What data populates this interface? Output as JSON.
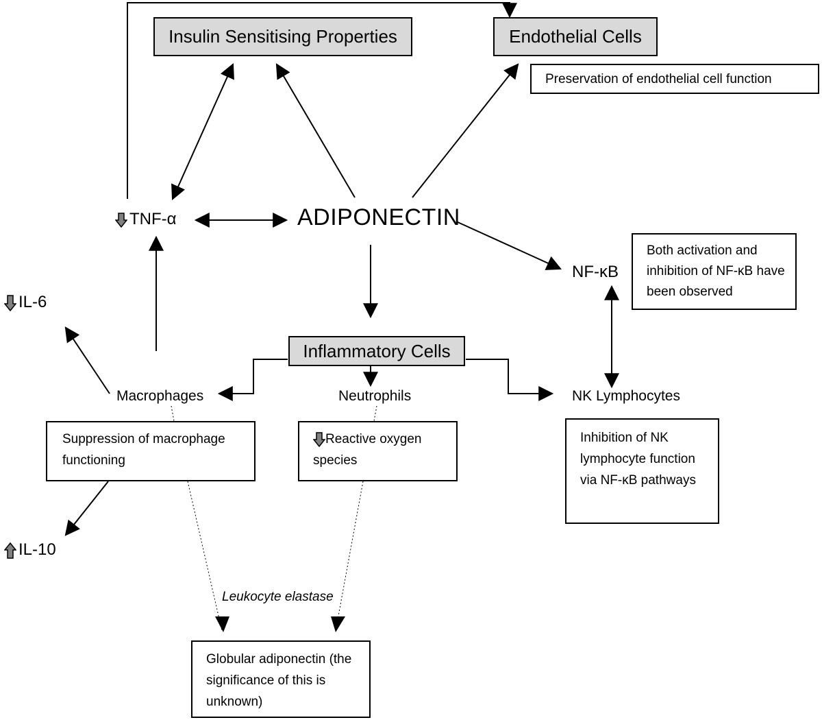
{
  "boxes": {
    "insulin": "Insulin Sensitising Properties",
    "endothelial": "Endothelial Cells",
    "inflammatory": "Inflammatory Cells"
  },
  "center": "ADIPONECTIN",
  "molecules": {
    "tnf": "TNF-α",
    "il6": "IL-6",
    "il10": "IL-10",
    "nfkb": "NF-κB"
  },
  "cells": {
    "macrophages": "Macrophages",
    "neutrophils": "Neutrophils",
    "nk": "NK Lymphocytes"
  },
  "notes": {
    "endothelial": "Preservation of endothelial cell function",
    "nfkb": "Both activation and inhibition of NF-κB have been observed",
    "macrophage": "Suppression of macrophage functioning",
    "neutrophil": "Reactive oxygen species",
    "nk": "Inhibition of NK lymphocyte function via NF-κB pathways",
    "globular": "Globular adiponectin (the significance of this is unknown)"
  },
  "edge_label": "Leukocyte elastase",
  "indicators": {
    "tnf": "down",
    "il6": "down",
    "il10": "up",
    "ros": "down"
  },
  "colors": {
    "box_fill": "#d9d9d9",
    "indicator_fill": "#808080"
  }
}
